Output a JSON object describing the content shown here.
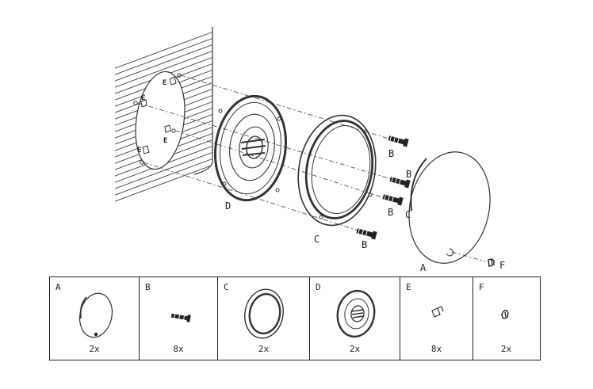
{
  "callouts": {
    "A": "A",
    "B": "B",
    "C": "C",
    "D": "D",
    "E": "E",
    "F": "F"
  },
  "parts": [
    {
      "letter": "A",
      "qty": "2x",
      "icon": "grille-icon"
    },
    {
      "letter": "B",
      "qty": "8x",
      "icon": "screw-icon"
    },
    {
      "letter": "C",
      "qty": "2x",
      "icon": "mounting-ring-icon"
    },
    {
      "letter": "D",
      "qty": "2x",
      "icon": "speaker-icon"
    },
    {
      "letter": "E",
      "qty": "8x",
      "icon": "clip-icon"
    },
    {
      "letter": "F",
      "qty": "2x",
      "icon": "tab-clip-icon"
    }
  ]
}
